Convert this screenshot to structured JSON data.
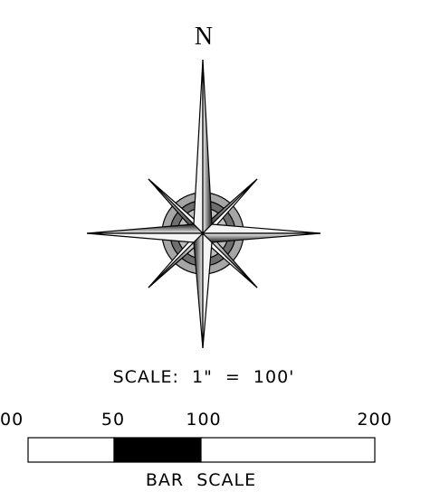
{
  "north_arrow": {
    "label": "N"
  },
  "scale": {
    "text": "SCALE:  1\"  =  100'"
  },
  "bar_scale": {
    "ticks": [
      "00",
      "50",
      "100",
      "200"
    ],
    "title": "BAR  SCALE",
    "segments": [
      {
        "from": 0,
        "to": 50,
        "fill": "white"
      },
      {
        "from": 50,
        "to": 100,
        "fill": "black"
      },
      {
        "from": 100,
        "to": 200,
        "fill": "white"
      }
    ]
  },
  "colors": {
    "ink": "#000000",
    "paper": "#ffffff",
    "shade_dark": "#3a3a3a",
    "shade_mid": "#8c8c8c",
    "shade_light": "#e6e6e6",
    "ring_fill": "#a6a6a6",
    "ring_inner": "#6e6e6e"
  }
}
